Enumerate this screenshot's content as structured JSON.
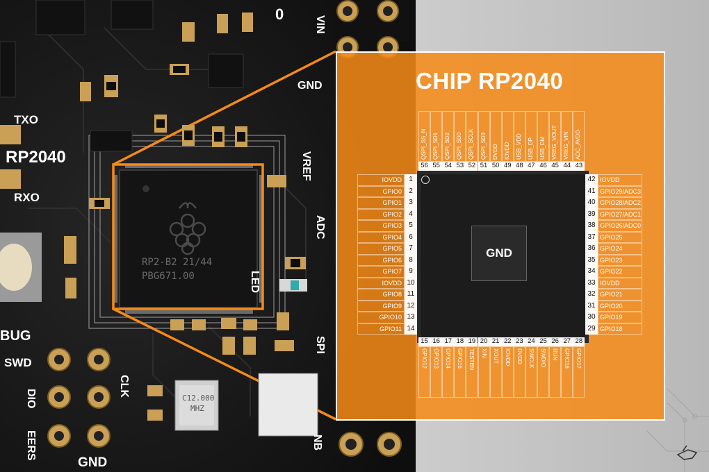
{
  "title": "CHIP RP2040",
  "center_label": "GND",
  "chip_marking": {
    "line1": "RP2-B2   21/44",
    "line2": "PBG671.00"
  },
  "crystal_marking": {
    "line1": "C12.000",
    "line2": "MHZ"
  },
  "board_labels": [
    "TXO",
    "RP2040",
    "RXO",
    "BUG",
    "SWD",
    "CLK",
    "DIO",
    "GND",
    "VIN",
    "GND",
    "VREF",
    "ADC",
    "SPI",
    "LED",
    "NB",
    "EERS"
  ],
  "pins_left": [
    {
      "num": "1",
      "name": "IOVDD"
    },
    {
      "num": "2",
      "name": "GPIO0"
    },
    {
      "num": "3",
      "name": "GPIO1"
    },
    {
      "num": "4",
      "name": "GPIO2"
    },
    {
      "num": "5",
      "name": "GPIO3"
    },
    {
      "num": "6",
      "name": "GPIO4"
    },
    {
      "num": "7",
      "name": "GPIO5"
    },
    {
      "num": "8",
      "name": "GPIO6"
    },
    {
      "num": "9",
      "name": "GPIO7"
    },
    {
      "num": "10",
      "name": "IOVDD"
    },
    {
      "num": "11",
      "name": "GPIO8"
    },
    {
      "num": "12",
      "name": "GPIO9"
    },
    {
      "num": "13",
      "name": "GPIO10"
    },
    {
      "num": "14",
      "name": "GPIO11"
    }
  ],
  "pins_bottom": [
    {
      "num": "15",
      "name": "GPIO12"
    },
    {
      "num": "16",
      "name": "GPIO13"
    },
    {
      "num": "17",
      "name": "GPIO14"
    },
    {
      "num": "18",
      "name": "GPIO15"
    },
    {
      "num": "19",
      "name": "TESTEN"
    },
    {
      "num": "20",
      "name": "XIN"
    },
    {
      "num": "21",
      "name": "XOUT"
    },
    {
      "num": "22",
      "name": "IOVDD"
    },
    {
      "num": "23",
      "name": "DVDD"
    },
    {
      "num": "24",
      "name": "SWCLK"
    },
    {
      "num": "25",
      "name": "SWDIO"
    },
    {
      "num": "26",
      "name": "RUN"
    },
    {
      "num": "27",
      "name": "GPIO16"
    },
    {
      "num": "28",
      "name": "GPIO17"
    }
  ],
  "pins_right": [
    {
      "num": "42",
      "name": "IOVDD"
    },
    {
      "num": "41",
      "name": "GPIO29/ADC3"
    },
    {
      "num": "40",
      "name": "GPIO28/ADC2"
    },
    {
      "num": "39",
      "name": "GPIO27/ADC1"
    },
    {
      "num": "38",
      "name": "GPIO26/ADC0"
    },
    {
      "num": "37",
      "name": "GPIO25"
    },
    {
      "num": "36",
      "name": "GPIO24"
    },
    {
      "num": "35",
      "name": "GPIO23"
    },
    {
      "num": "34",
      "name": "GPIO22"
    },
    {
      "num": "33",
      "name": "IOVDD"
    },
    {
      "num": "32",
      "name": "GPIO21"
    },
    {
      "num": "31",
      "name": "GPIO20"
    },
    {
      "num": "30",
      "name": "GPIO19"
    },
    {
      "num": "29",
      "name": "GPIO18"
    }
  ],
  "pins_top": [
    {
      "num": "56",
      "name": "QSPI_SS_N"
    },
    {
      "num": "55",
      "name": "QSPI_SD1"
    },
    {
      "num": "54",
      "name": "QSPI_SD2"
    },
    {
      "num": "53",
      "name": "QSPI_SD0"
    },
    {
      "num": "52",
      "name": "QSPI_SCLK"
    },
    {
      "num": "51",
      "name": "QSPI_SD3"
    },
    {
      "num": "50",
      "name": "DVDD"
    },
    {
      "num": "49",
      "name": "IOVDD"
    },
    {
      "num": "48",
      "name": "USB_VDD"
    },
    {
      "num": "47",
      "name": "USB_DP"
    },
    {
      "num": "46",
      "name": "USB_DM"
    },
    {
      "num": "45",
      "name": "VREG_VOUT"
    },
    {
      "num": "44",
      "name": "VREG_VIN"
    },
    {
      "num": "43",
      "name": "ADC_AVDD"
    }
  ],
  "colors": {
    "accent": "#f68a18",
    "board": "#161616",
    "chip": "#1c1c1c",
    "pad": "#c9a055",
    "silkscreen": "#ffffff"
  }
}
